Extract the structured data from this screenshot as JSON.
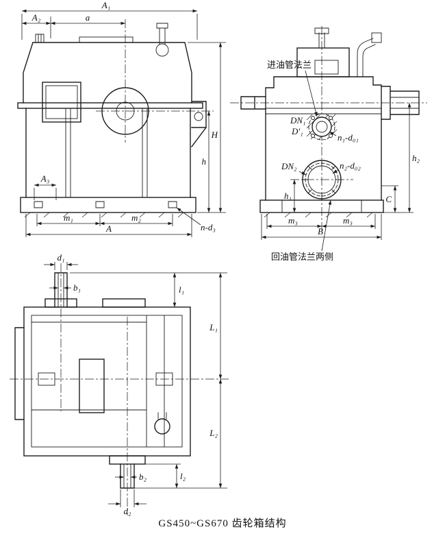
{
  "caption": "GS450~GS670 齿轮箱结构",
  "colors": {
    "ink": "#1c1c1c",
    "paper": "#ffffff"
  },
  "front_view": {
    "dims": {
      "A1": "A₁",
      "A2": "A₂",
      "a": "a",
      "A3": "A₃",
      "m1": "m₁",
      "m2": "m₂",
      "A": "A",
      "n_d3": "n-d₃",
      "H": "H",
      "h": "h"
    }
  },
  "side_view": {
    "annotations": {
      "oil_inlet_flange": "进油管法兰",
      "oil_return_flange": "回油管法兰两侧"
    },
    "dims": {
      "DN1": "DN₁",
      "D1_prime": "D′₁",
      "n1_d01": "n₁-d₀₁",
      "DN2": "DN₂",
      "n2_d02": "n₂-d₀₂",
      "h1": "h₁",
      "h2": "h₂",
      "C": "C",
      "m3_left": "m₃",
      "m3_right": "m₃",
      "B": "B"
    }
  },
  "top_view": {
    "dims": {
      "d1": "d₁",
      "b1": "b₁",
      "l1": "l₁",
      "L1": "L₁",
      "L2": "L₂",
      "l2": "l₂",
      "b2": "b₂",
      "d2": "d₂"
    }
  }
}
